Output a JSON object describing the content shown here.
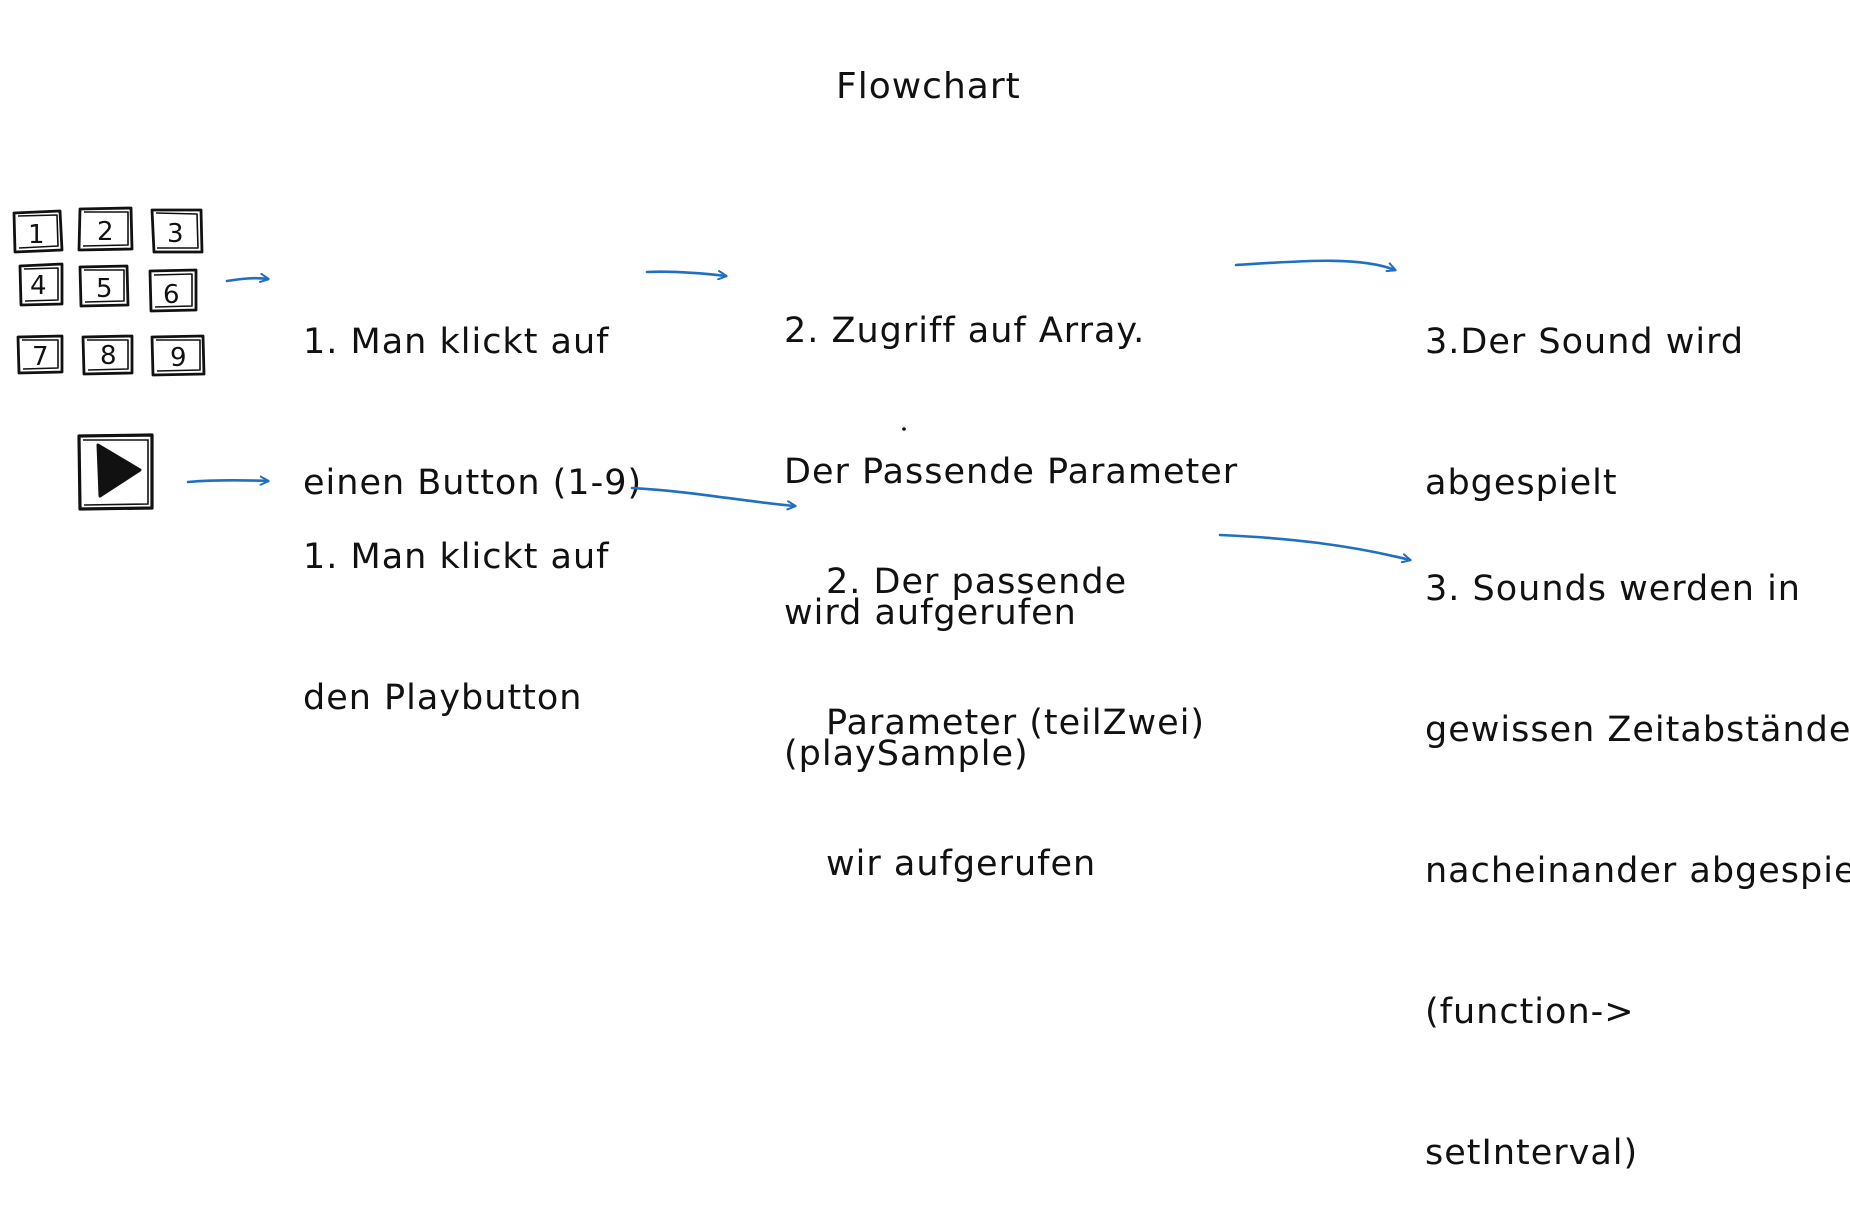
{
  "title": "Flowchart",
  "keypad": {
    "keys": [
      "1",
      "2",
      "3",
      "4",
      "5",
      "6",
      "7",
      "8",
      "9"
    ]
  },
  "row1": {
    "steps": [
      {
        "lines": [
          "1. Man klickt auf",
          "einen Button (1-9)"
        ]
      },
      {
        "lines": [
          "2. Zugriff auf Array.",
          "Der Passende Parameter",
          "wird aufgerufen",
          "(playSample)"
        ]
      },
      {
        "lines": [
          "3.Der Sound wird",
          "abgespielt"
        ]
      }
    ]
  },
  "row2": {
    "steps": [
      {
        "lines": [
          "1. Man klickt auf",
          "den Playbutton"
        ]
      },
      {
        "lines": [
          "2. Der passende",
          "Parameter (teilZwei)",
          "wir aufgerufen"
        ]
      },
      {
        "lines": [
          "3. Sounds werden in",
          "gewissen Zeitabständen",
          "nacheinander abgespielt",
          "(function->",
          "setInterval)"
        ]
      }
    ]
  },
  "colors": {
    "ink": "#111111",
    "arrow": "#1f6fc2"
  },
  "icons": {
    "keypad": "numeric-keypad-icon",
    "play": "play-button-icon"
  }
}
